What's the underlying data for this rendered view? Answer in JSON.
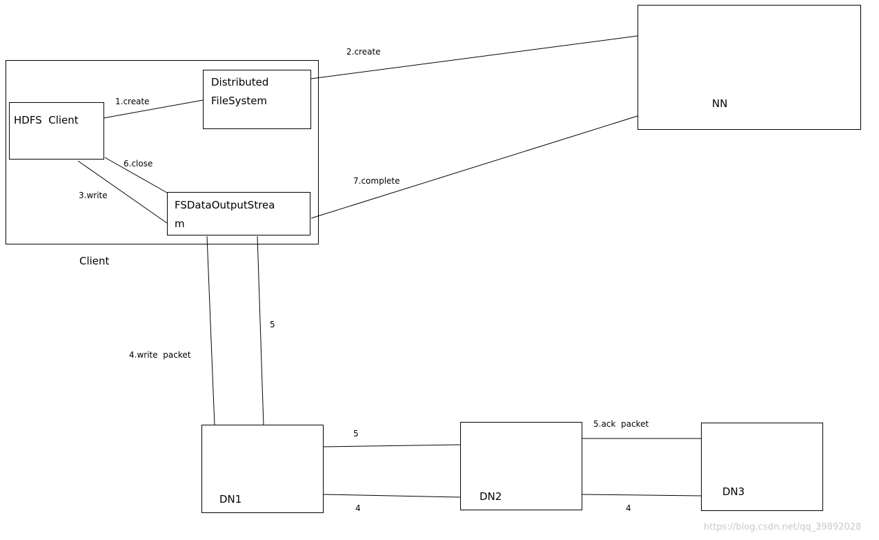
{
  "nodes": {
    "client_group": "Client",
    "hdfs_client": "HDFS  Client",
    "distributed_fs_line1": "Distributed",
    "distributed_fs_line2": "FileSystem",
    "fsdos_line1": "FSDataOutputStrea",
    "fsdos_line2": "m",
    "nn": "NN",
    "dn1": "DN1",
    "dn2": "DN2",
    "dn3": "DN3"
  },
  "edges": {
    "create_1": "1.create",
    "create_2": "2.create",
    "write_3": "3.write",
    "write_packet_4": "4.write  packet",
    "ack_5": "5",
    "close_6": "6.close",
    "complete_7": "7.complete",
    "dn1_dn2_top": "5",
    "dn1_dn2_bottom": "4",
    "dn2_dn3_top": "5.ack  packet",
    "dn2_dn3_bottom": "4"
  },
  "watermark": "https://blog.csdn.net/qq_39892028"
}
